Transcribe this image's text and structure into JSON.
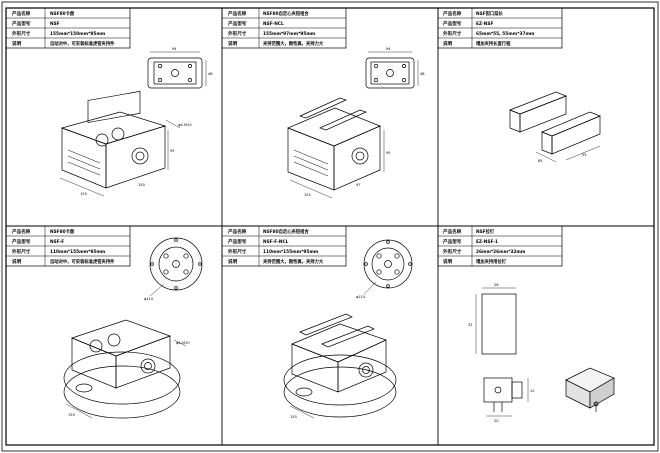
{
  "field_labels": {
    "name": "产品名称",
    "model": "产品型号",
    "size": "外形尺寸",
    "note": "说明"
  },
  "panels": [
    {
      "name": "NSF80卡盘",
      "model": "NSF",
      "size": "155mm*150mm*95mm",
      "note": "自动对中，可安装标准虎钳夹持件",
      "dims": {
        "top_w": "94",
        "top_h": "48",
        "iso_right": "φ4-M10",
        "iso_w": "155",
        "iso_d": "150",
        "iso_h": "95"
      }
    },
    {
      "name": "NSF80自定心夹钳组合",
      "model": "NSF-NCL",
      "size": "155mm*97mm*95mm",
      "note": "夹持范围大，刚性高，夹持力大",
      "dims": {
        "top_w": "94",
        "top_h": "48",
        "iso_w": "155",
        "iso_d": "97",
        "iso_h": "95"
      }
    },
    {
      "name": "NSF钳口延长",
      "model": "EZ-NSF",
      "size": "65mm*55, 55mm*37mm",
      "note": "增加夹持长度行程",
      "dims": {
        "iso_w": "65",
        "iso_d": "55"
      }
    },
    {
      "name": "NSF80卡盘",
      "model": "NSF-F",
      "size": "110mm*155mm*95mm",
      "note": "自动对中，可安装标准虎钳夹持件",
      "dims": {
        "circle_d": "φ110",
        "iso_right": "φ4-M10",
        "iso_w": "155"
      }
    },
    {
      "name": "NSF80自定心夹钳组合",
      "model": "NSF-F-NCL",
      "size": "110mm*155mm*95mm",
      "note": "夹持范围大，刚性高，夹持力大",
      "dims": {
        "circle_d": "φ110",
        "iso_w": "155"
      }
    },
    {
      "name": "NSF拉钉",
      "model": "EZ-NSF-1",
      "size": "26mm*26mm*32mm",
      "note": "增加夹持用拉钉",
      "dims": {
        "front_w": "26",
        "front_h": "32",
        "side_w": "20",
        "side_h": "12"
      }
    }
  ]
}
